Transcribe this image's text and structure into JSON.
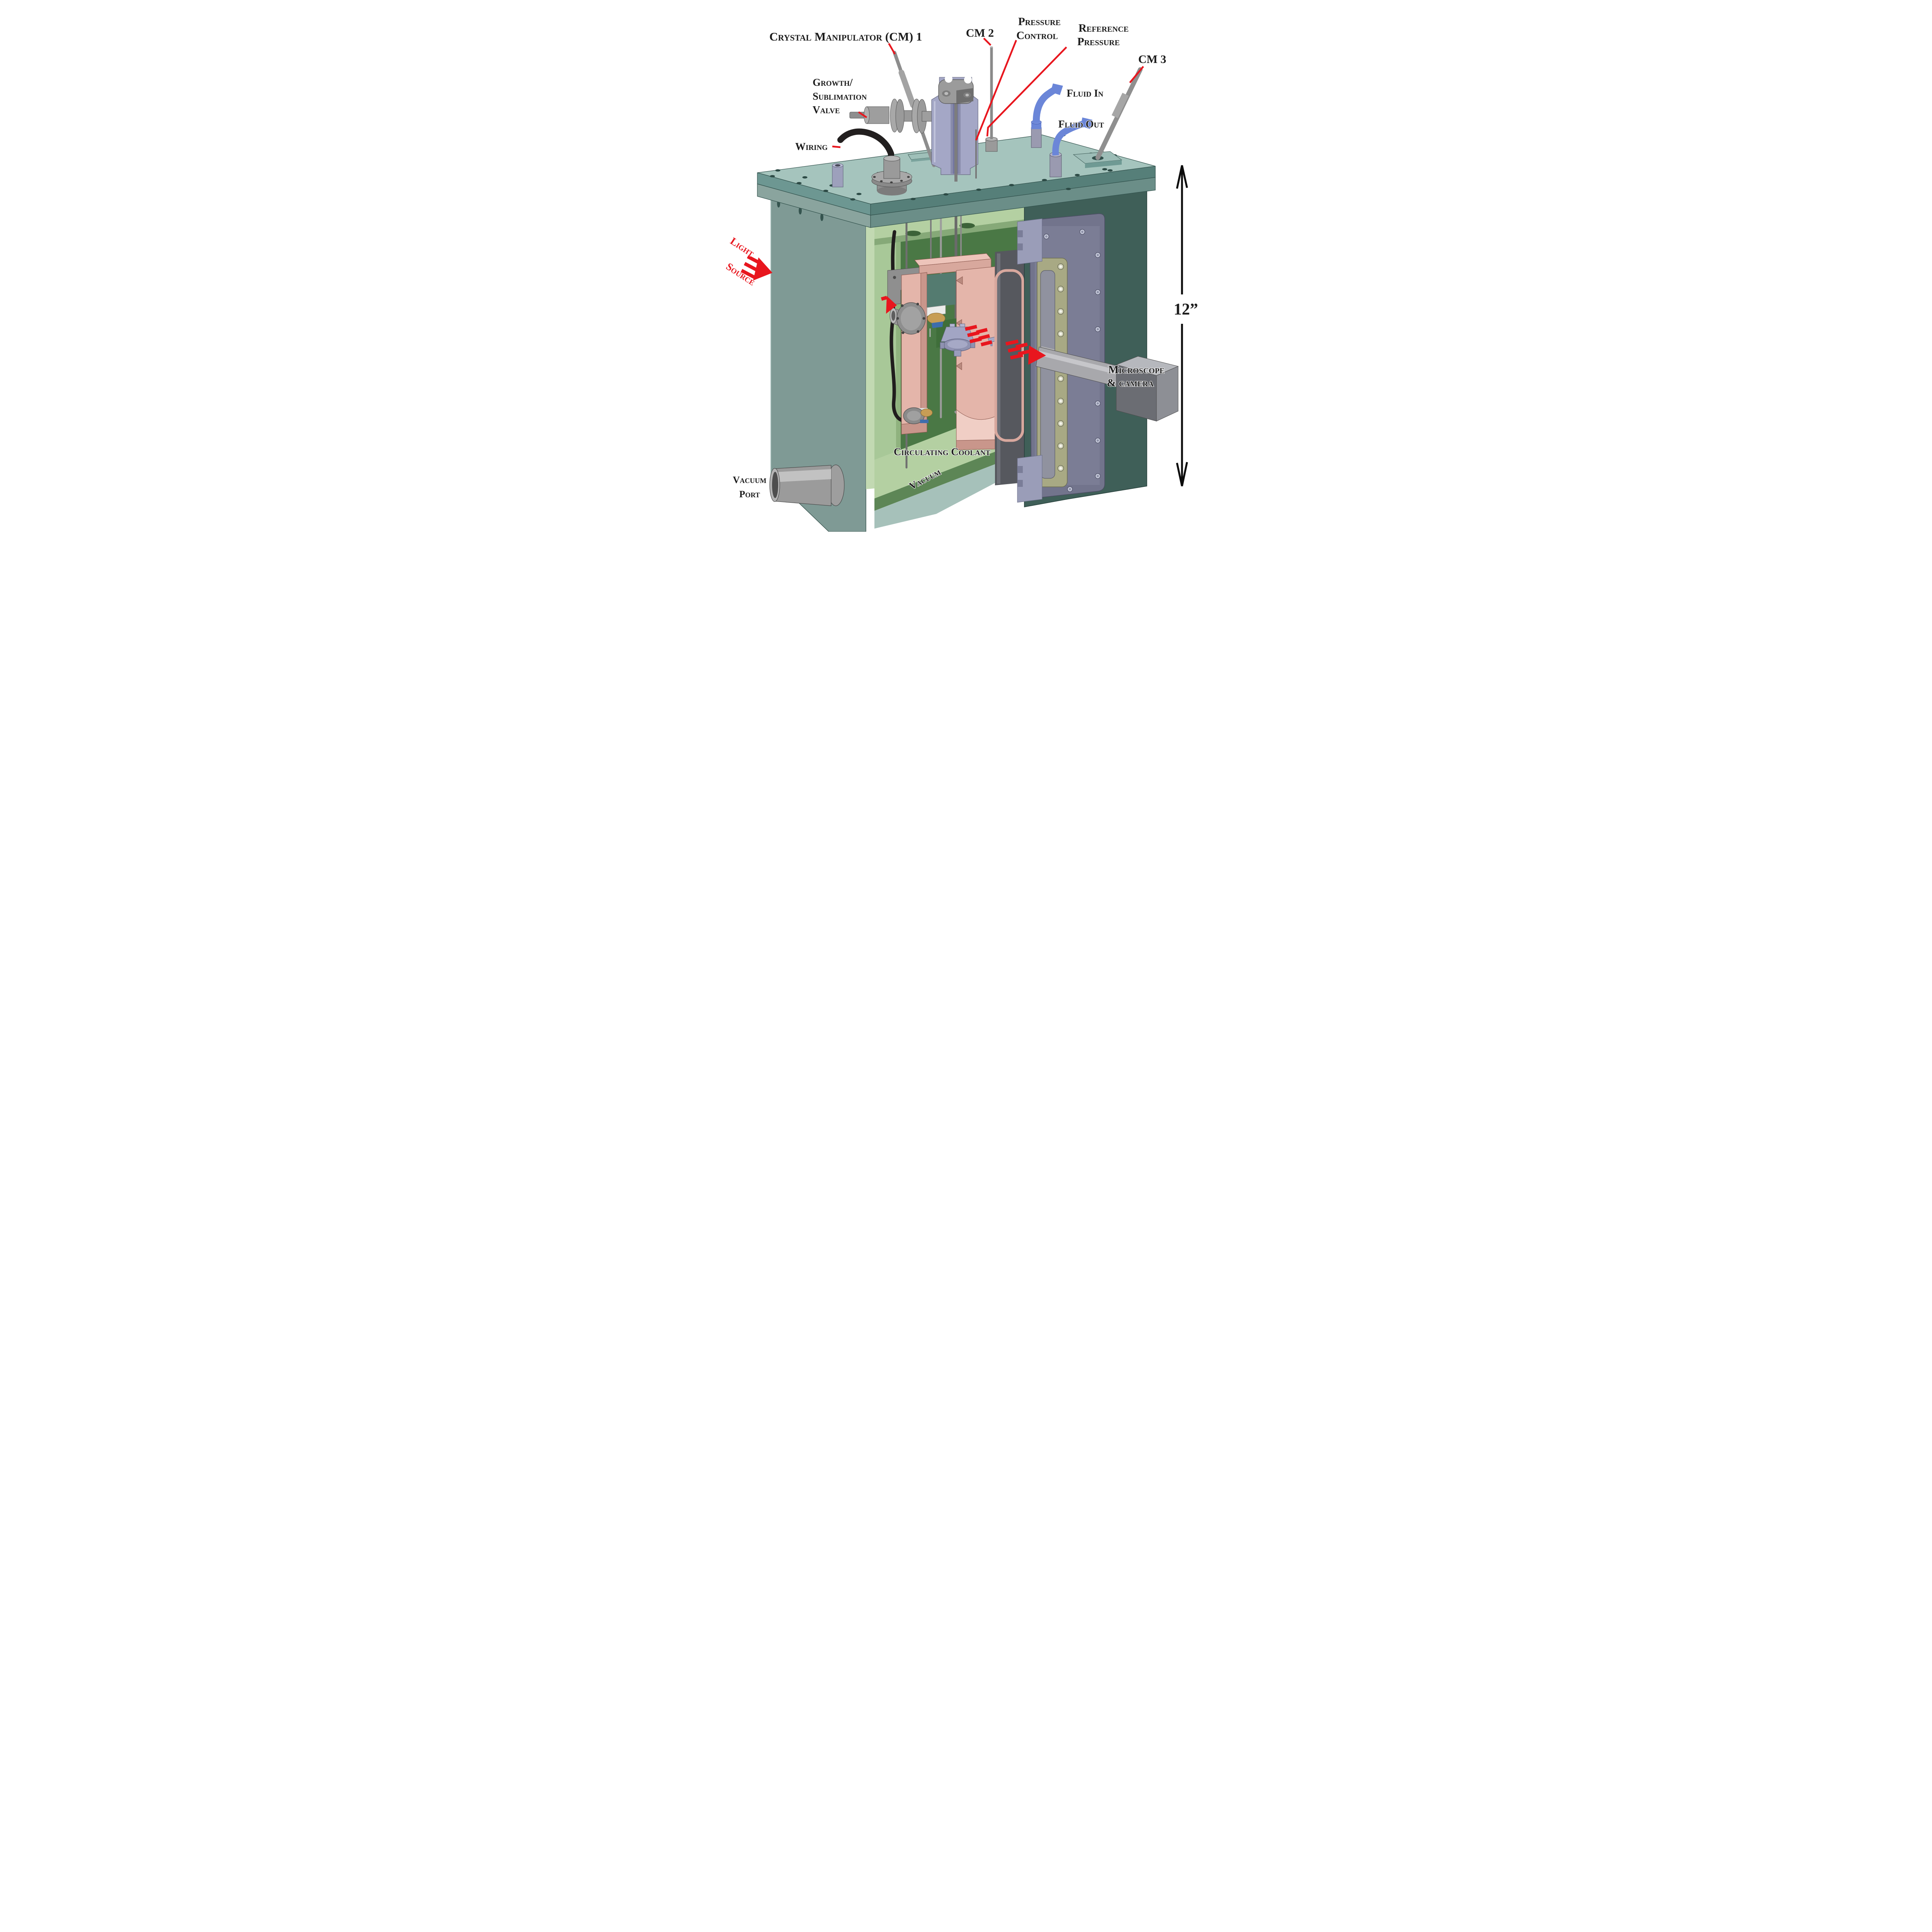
{
  "diagram": {
    "type": "cutaway-cad-annotated-illustration",
    "subject": "cryogenic crystal growth chamber cross-section",
    "labels": {
      "crystal_manipulator_1": "Crystal Manipulator (CM) 1",
      "cm_2": "CM 2",
      "cm_3": "CM 3",
      "pressure_control": [
        "Pressure",
        "Control"
      ],
      "reference_pressure": [
        "Reference",
        "Pressure"
      ],
      "growth_sublimation_valve": [
        "Growth/",
        "Sublimation",
        "Valve"
      ],
      "wiring": "Wiring",
      "fluid_in": "Fluid In",
      "fluid_out": "Fluid Out",
      "light_source": [
        "Light",
        "Source"
      ],
      "vacuum_port": [
        "Vacuum",
        "Port"
      ],
      "circulating_coolant": "Circulating Coolant",
      "vacuum": "Vacuum",
      "microscope_camera": [
        "Microscope",
        "& camera"
      ],
      "dimension_height": "12”"
    },
    "colors": {
      "annotation_red": "#e8161e",
      "label_black": "#1c1c1c",
      "lid_top_teal": "#a5c4bd",
      "lid_edge_teal": "#6d9792",
      "outer_wall_teal": "#7f9a95",
      "right_wall_dark_teal": "#3f5f58",
      "coolant_light_green": "#b4d0a2",
      "coolant_dark_green": "#4a7845",
      "cell_salmon": "#e4b5aa",
      "door_slate": "#72748c",
      "window_frame_olive": "#a8a984",
      "manipulator_lavender": "#a4a7c6",
      "fluid_blue": "#6b86d8",
      "metal_gray": "#9b9b9b"
    }
  }
}
